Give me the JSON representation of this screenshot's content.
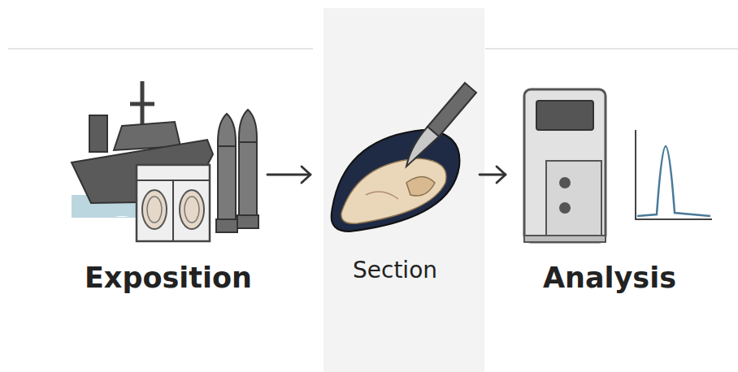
{
  "diagram": {
    "nodes": [
      {
        "text": [
          "Exposition"
        ]
      },
      {
        "text": [
          "Section"
        ]
      },
      {
        "text": [
          "Analysis"
        ]
      }
    ],
    "edges": [
      {
        "from": 0,
        "to": 1,
        "arrow": "to"
      },
      {
        "from": 1,
        "to": 2,
        "arrow": "to"
      }
    ]
  }
}
